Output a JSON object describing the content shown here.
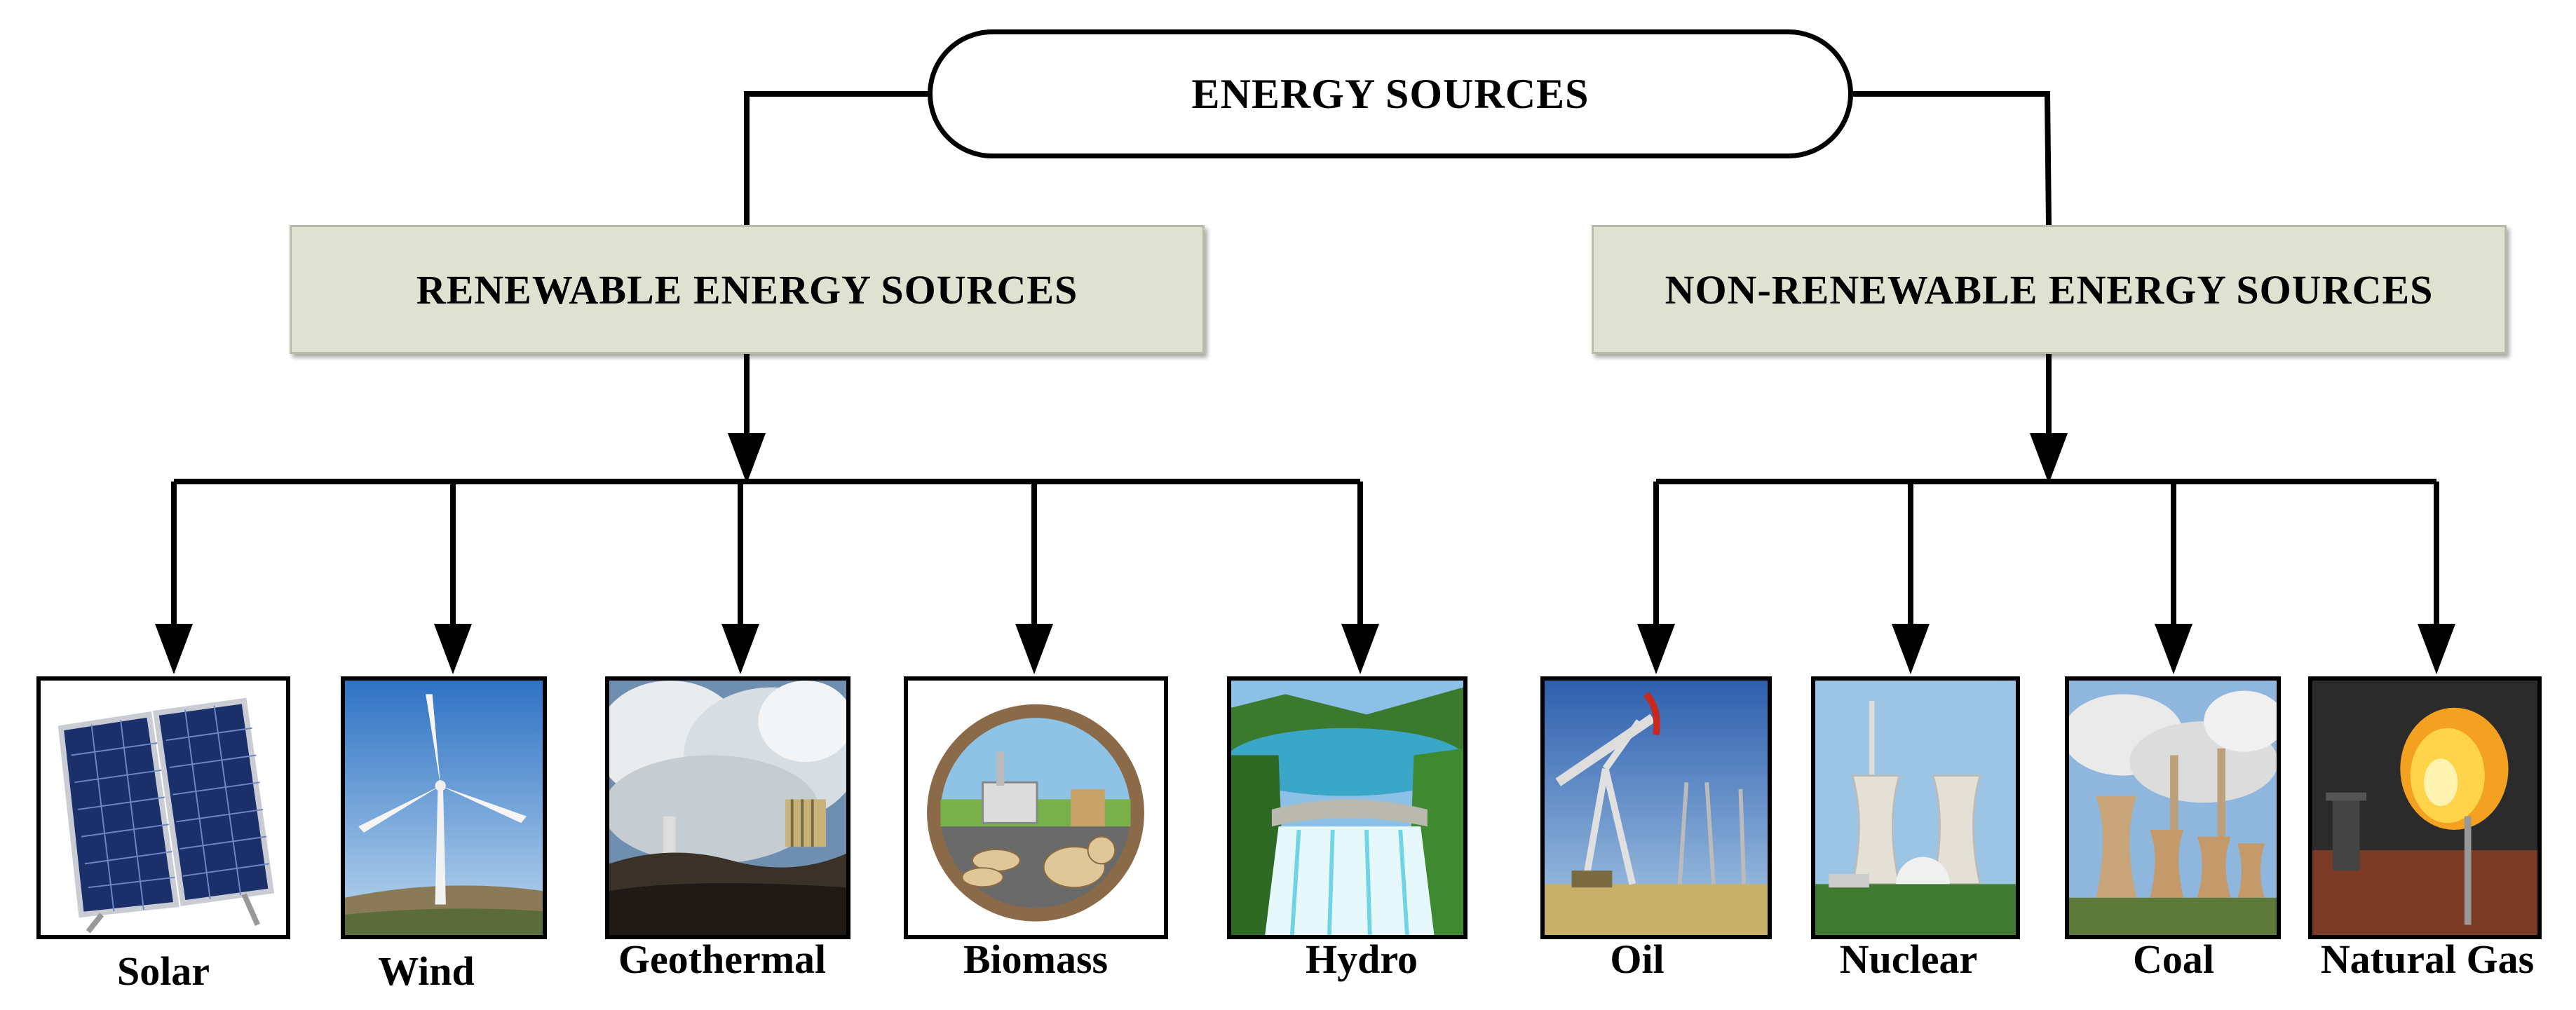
{
  "root": {
    "label": "ENERGY SOURCES"
  },
  "categories": [
    {
      "label": "RENEWABLE ENERGY SOURCES",
      "items": [
        {
          "label": "Solar",
          "icon": "solar-panel-icon"
        },
        {
          "label": "Wind",
          "icon": "wind-turbine-icon"
        },
        {
          "label": "Geothermal",
          "icon": "geothermal-plant-icon"
        },
        {
          "label": "Biomass",
          "icon": "biomass-icon"
        },
        {
          "label": "Hydro",
          "icon": "hydro-dam-icon"
        }
      ]
    },
    {
      "label": "NON-RENEWABLE ENERGY SOURCES",
      "items": [
        {
          "label": "Oil",
          "icon": "oil-pump-icon"
        },
        {
          "label": "Nuclear",
          "icon": "nuclear-plant-icon"
        },
        {
          "label": "Coal",
          "icon": "coal-plant-icon"
        },
        {
          "label": "Natural Gas",
          "icon": "gas-flare-icon"
        }
      ]
    }
  ]
}
